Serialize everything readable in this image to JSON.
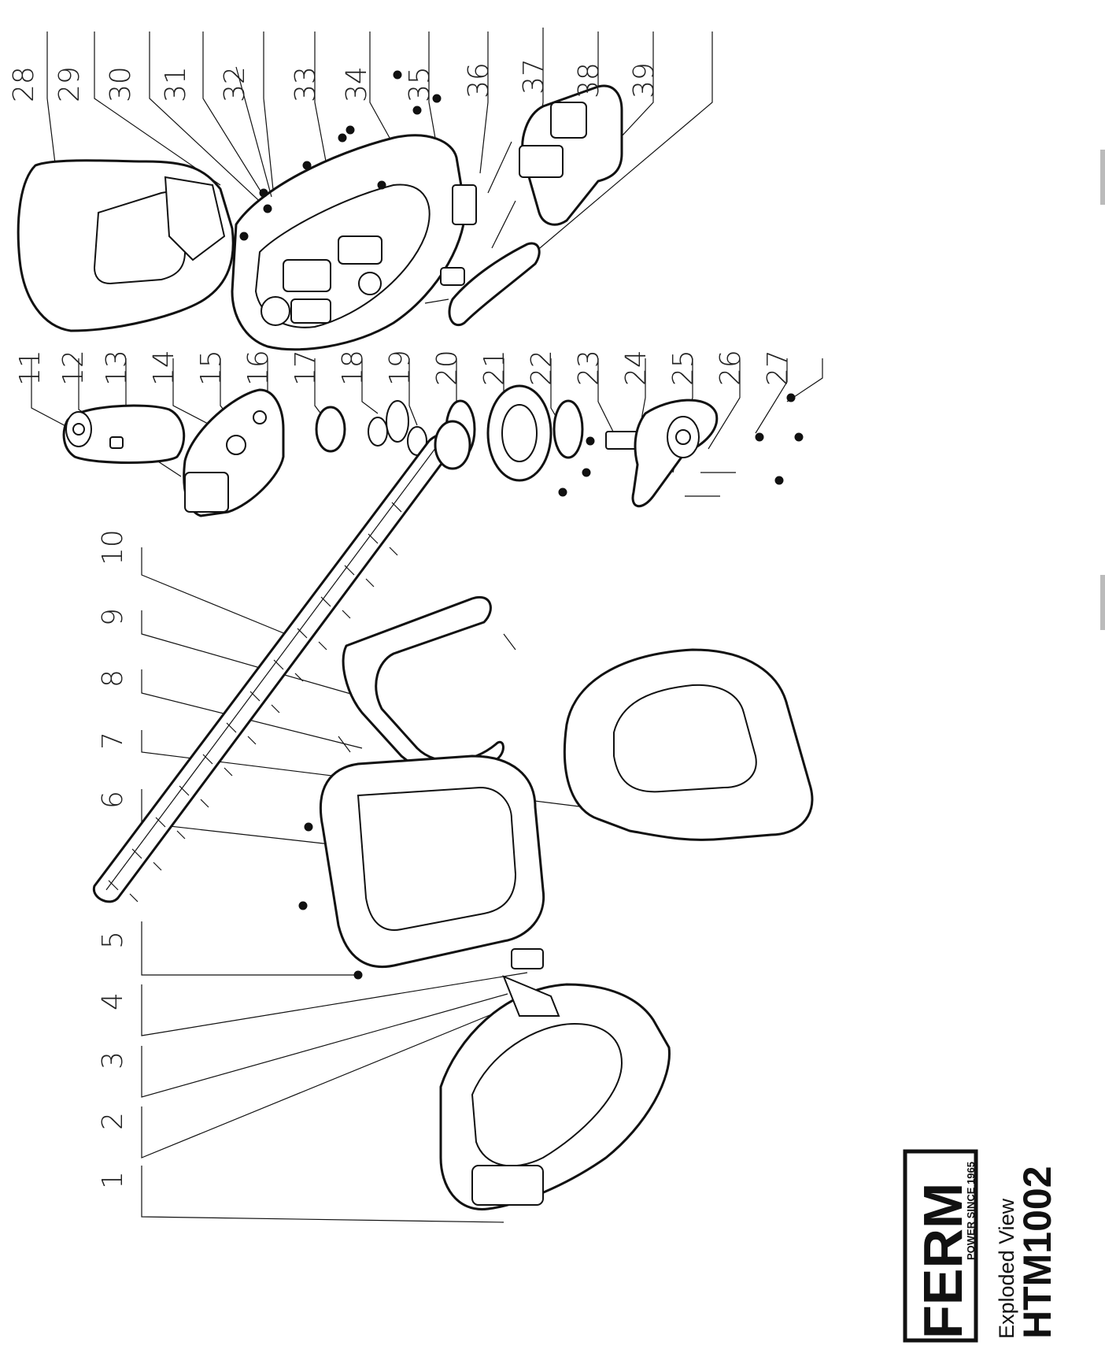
{
  "document": {
    "brand": "FERM",
    "tagline": "POWER SINCE 1965",
    "subtitle": "Exploded View",
    "model": "HTM1002"
  },
  "callouts": [
    "1",
    "2",
    "3",
    "4",
    "5",
    "6",
    "7",
    "8",
    "9",
    "10",
    "11",
    "12",
    "13",
    "14",
    "15",
    "16",
    "17",
    "18",
    "19",
    "20",
    "21",
    "22",
    "23",
    "24",
    "25",
    "26",
    "27",
    "28",
    "29",
    "30",
    "31",
    "32",
    "33",
    "34",
    "35",
    "36",
    "37",
    "38",
    "39"
  ]
}
